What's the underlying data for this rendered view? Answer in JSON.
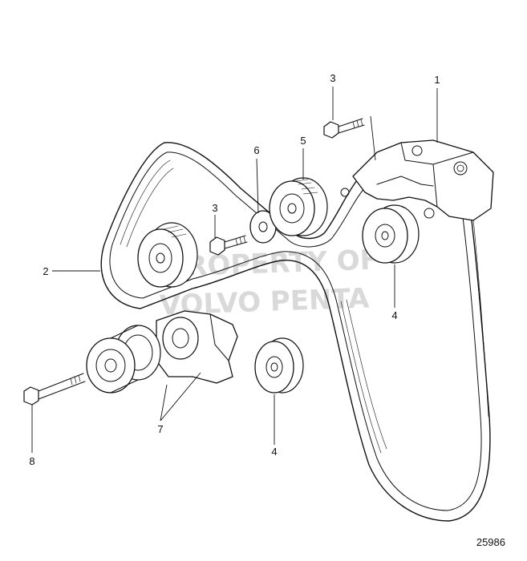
{
  "watermark": {
    "line1": "PROPERTY OF",
    "line2": "VOLVO PENTA"
  },
  "figure_number": "25986",
  "callouts": [
    {
      "id": "c1",
      "label": "1",
      "part": "bracket"
    },
    {
      "id": "c2",
      "label": "2",
      "part": "drive-belt"
    },
    {
      "id": "c3a",
      "label": "3",
      "part": "bolt"
    },
    {
      "id": "c3b",
      "label": "3",
      "part": "bolt"
    },
    {
      "id": "c4a",
      "label": "4",
      "part": "idler-pulley"
    },
    {
      "id": "c4b",
      "label": "4",
      "part": "idler-pulley"
    },
    {
      "id": "c5",
      "label": "5",
      "part": "grooved-pulley"
    },
    {
      "id": "c6",
      "label": "6",
      "part": "washer"
    },
    {
      "id": "c7",
      "label": "7",
      "part": "belt-tensioner"
    },
    {
      "id": "c8",
      "label": "8",
      "part": "bolt"
    }
  ]
}
